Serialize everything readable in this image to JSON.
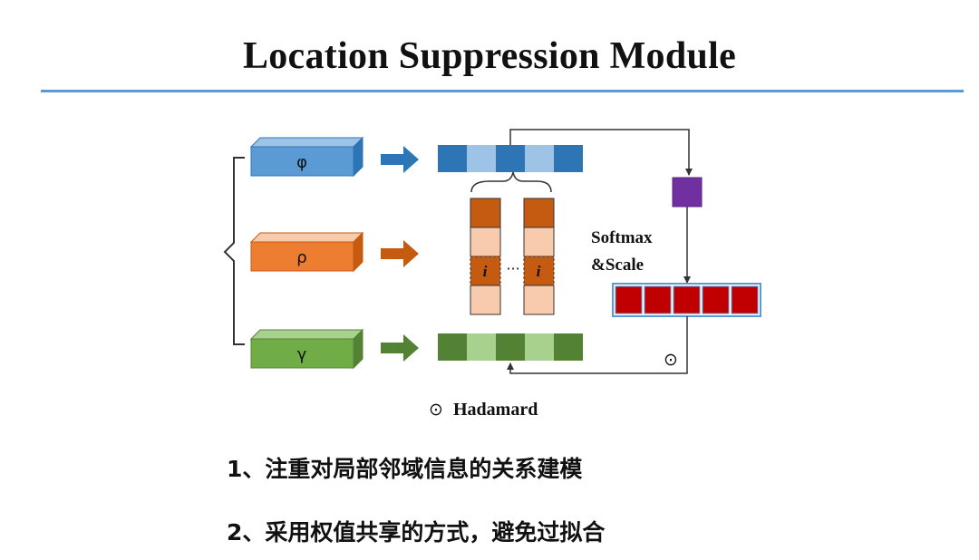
{
  "title": "Location Suppression Module",
  "inputs": {
    "phi": "φ",
    "rho": "ρ",
    "gamma": "γ"
  },
  "cell_marker": "i",
  "ellipsis": "···",
  "op_label_line1": "Softmax",
  "op_label_line2": "&Scale",
  "hadamard_symbol": "⊙",
  "legend": {
    "symbol": "⊙",
    "text": "Hadamard"
  },
  "points": [
    "1、注重对局部邻域信息的关系建模",
    "2、采用权值共享的方式，避免过拟合"
  ],
  "colors": {
    "accent_rule": "#5b9bd5",
    "blue": "#5b9bd5",
    "blue_dark": "#2e75b6",
    "blue_light": "#9dc3e6",
    "orange": "#ed7d31",
    "orange_dark": "#c55a11",
    "orange_light": "#f8cbad",
    "green": "#70ad47",
    "green_dark": "#548235",
    "green_light": "#a9d18e",
    "purple": "#7030a0",
    "red": "#c00000"
  }
}
